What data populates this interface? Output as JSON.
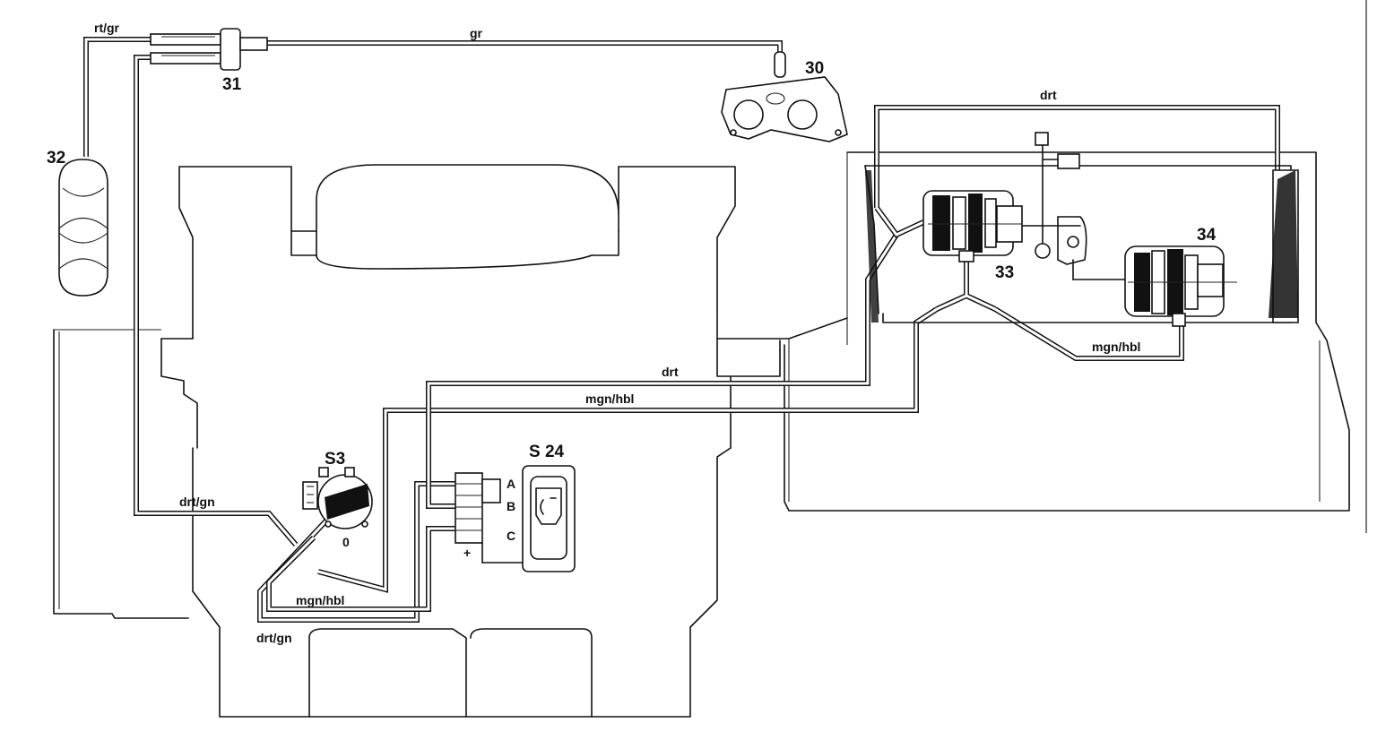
{
  "components": {
    "c30": "30",
    "c31": "31",
    "c32": "32",
    "c33": "33",
    "c34": "34",
    "s3": "S3",
    "s24": "S 24"
  },
  "hoses": {
    "rt_gr": "rt/gr",
    "gr": "gr",
    "drt_top": "drt",
    "drt_mid": "drt",
    "mgn_hbl_mid": "mgn/hbl",
    "mgn_hbl_right": "mgn/hbl",
    "drt_gn_upper": "drt/gn",
    "mgn_hbl_lower": "mgn/hbl",
    "drt_gn_lower": "drt/gn"
  },
  "switch_s24": {
    "a": "A",
    "b": "B",
    "c": "C",
    "plus": "+"
  },
  "switch_s3": {
    "zero": "0"
  }
}
